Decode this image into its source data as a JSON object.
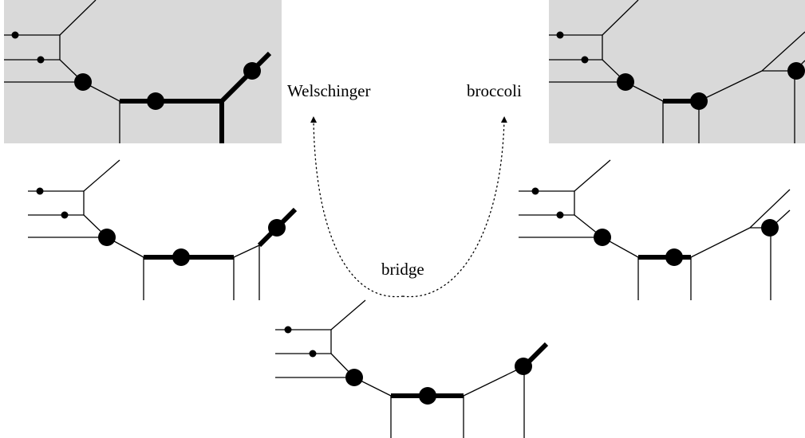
{
  "labels": {
    "welschinger": "Welschinger",
    "broccoli": "broccoli",
    "bridge": "bridge"
  },
  "colors": {
    "panel_background": "#d9d9d9",
    "ink": "#000000"
  },
  "panels": [
    {
      "name": "top-left-shaded-curve",
      "shaded": true
    },
    {
      "name": "top-right-shaded-curve",
      "shaded": true
    },
    {
      "name": "middle-left-curve",
      "shaded": false
    },
    {
      "name": "middle-right-curve",
      "shaded": false
    },
    {
      "name": "bottom-center-curve",
      "shaded": false
    }
  ],
  "arrows": [
    {
      "from": "bridge",
      "to": "Welschinger",
      "style": "dotted"
    },
    {
      "from": "bridge",
      "to": "broccoli",
      "style": "dotted"
    }
  ]
}
